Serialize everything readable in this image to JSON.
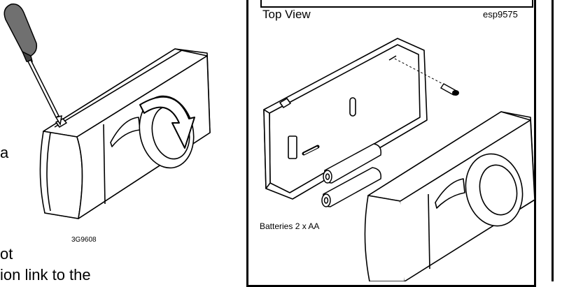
{
  "left_panel": {
    "fragment_a": "a",
    "fragment_ot": "ot",
    "fragment_link": "ion link to the",
    "model_code": "3G9608"
  },
  "right_panel": {
    "view_label": "Top View",
    "model_code": "esp9575",
    "batteries_label": "Batteries 2 x AA"
  },
  "icons": {
    "screwdriver": "screwdriver-icon",
    "rotate_arrow": "rotate-arrow-icon",
    "screw": "screw-icon",
    "battery": "battery-icon"
  },
  "colors": {
    "line": "#000000",
    "screwdriver_handle": "#707070",
    "device_fill": "#ffffff",
    "shade": "#cfcfcf"
  }
}
